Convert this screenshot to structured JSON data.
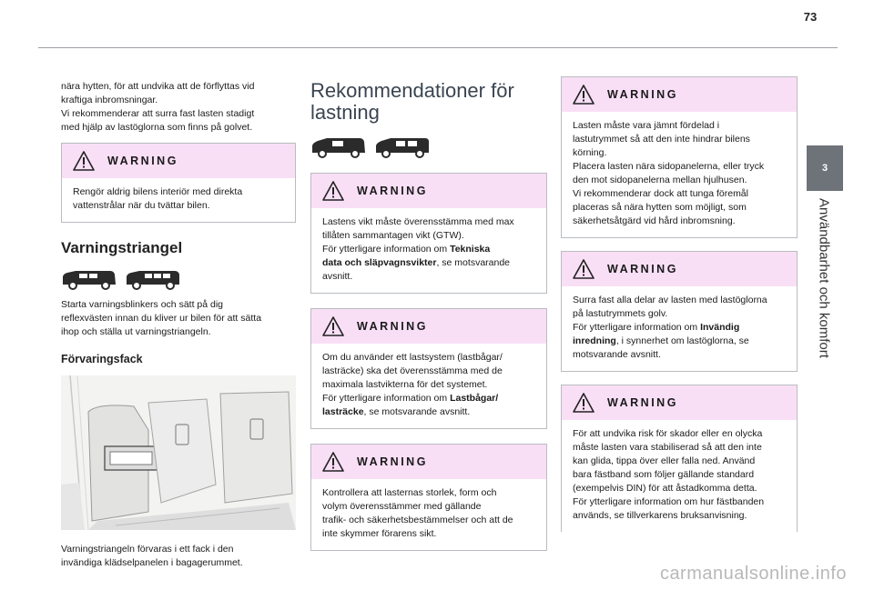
{
  "page_number": "73",
  "chapter": {
    "number": "3",
    "title": "Användbarhet och komfort"
  },
  "col1": {
    "intro": [
      "nära hytten, för att undvika att de förflyttas vid",
      "kraftiga inbromsningar.",
      "Vi rekommenderar att surra fast lasten stadigt",
      "med hjälp av lastöglorna som finns på golvet."
    ],
    "warning1": {
      "title": "WARNING",
      "body": [
        "Rengör aldrig bilens interiör med direkta",
        "vattenstrålar när du tvättar bilen."
      ]
    },
    "section_title": "Varningstriangel",
    "section_text": [
      "Starta varningsblinkers och sätt på dig",
      "reflexvästen innan du kliver ur bilen för att sätta",
      "ihop och ställa ut varningstriangeln."
    ],
    "sub_title": "Förvaringsfack",
    "caption": [
      "Varningstriangeln förvaras i ett fack i den",
      "invändiga klädselpanelen i bagagerummet."
    ]
  },
  "col2": {
    "title_line1": "Rekommendationer för",
    "title_line2": "lastning",
    "warning1": {
      "title": "WARNING",
      "body": [
        "Lastens vikt måste överensstämma med max",
        "tillåten sammantagen vikt (GTW).",
        "För ytterligare information om "
      ],
      "bold1": "Tekniska",
      "bold2": "data och släpvagnsvikter",
      "tail": ", se motsvarande",
      "last": "avsnitt."
    },
    "warning2": {
      "title": "WARNING",
      "body": [
        "Om du använder ett lastsystem (lastbågar/",
        "lasträcke) ska det överensstämma med de",
        "maximala lastvikterna för det systemet.",
        "För ytterligare information om "
      ],
      "bold1": "Lastbågar/",
      "bold2": "lasträcke",
      "tail": ", se motsvarande avsnitt."
    },
    "warning3": {
      "title": "WARNING",
      "body": [
        "Kontrollera att lasternas storlek, form och",
        "volym överensstämmer med gällande",
        "trafik- och säkerhetsbestämmelser och att de",
        "inte skymmer förarens sikt."
      ]
    }
  },
  "col3": {
    "warning1": {
      "title": "WARNING",
      "body": [
        "Lasten måste vara jämnt fördelad i",
        "lastutrymmet så att den inte hindrar bilens",
        "körning.",
        "Placera lasten nära sidopanelerna, eller tryck",
        "den mot sidopanelerna mellan hjulhusen.",
        "Vi rekommenderar dock att tunga föremål",
        "placeras så nära hytten som möjligt, som",
        "säkerhetsåtgärd vid hård inbromsning."
      ]
    },
    "warning2": {
      "title": "WARNING",
      "body": [
        "Surra fast alla delar av lasten med lastöglorna",
        "på lastutrymmets golv.",
        "För ytterligare information om "
      ],
      "bold1": "Invändig",
      "bold2": "inredning",
      "tail": ", i synnerhet om lastöglorna, se",
      "last": "motsvarande avsnitt."
    },
    "warning3": {
      "title": "WARNING",
      "body": [
        "För att undvika risk för skador eller en olycka",
        "måste lasten vara stabiliserad så att den inte",
        "kan glida, tippa över eller falla ned. Använd",
        "bara fästband som följer gällande standard",
        "(exempelvis DIN) för att åstadkomma detta.",
        "För ytterligare information om hur fästbanden",
        "används, se tillverkarens bruksanvisning."
      ]
    }
  },
  "watermark": "carmanualsonline.info",
  "colors": {
    "warning_header": "#f9dff6",
    "chapter_tab": "#6d7378",
    "title_blue_grey": "#3a4551"
  }
}
